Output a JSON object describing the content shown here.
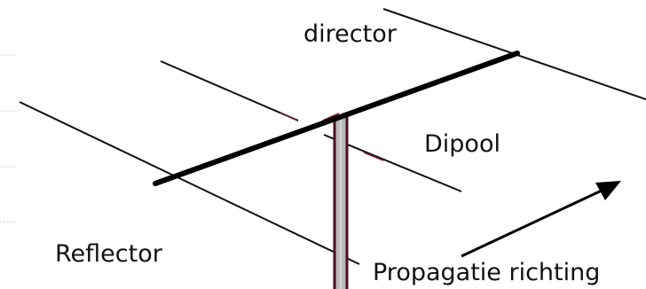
{
  "labels": {
    "director": "director",
    "dipole": "Dipool",
    "reflector": "Reflector",
    "propagation": "Propagatie richting"
  },
  "colors": {
    "element": "#111111",
    "boom": "#000000",
    "mast_fill": "#b9b9b9",
    "mast_edge": "#4a0f1e",
    "accent": "#7a1f2e",
    "arrow": "#000000"
  }
}
